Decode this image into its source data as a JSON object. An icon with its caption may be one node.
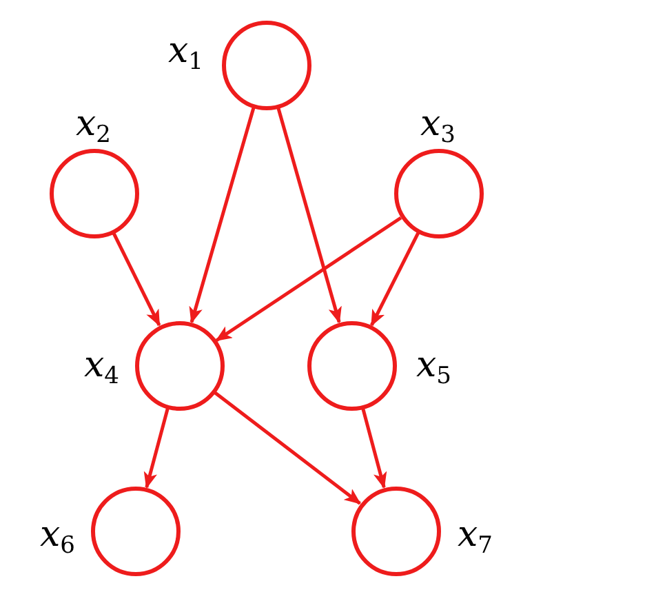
{
  "diagram": {
    "nodes": [
      {
        "text": [],
        "shape": "circle",
        "beside": [
          "*x*$_{1}$"
        ]
      },
      {
        "text": [],
        "shape": "circle",
        "beside": [
          "*x*$_{2}$"
        ]
      },
      {
        "text": [],
        "shape": "circle",
        "beside": [
          "*x*$_{3}$"
        ]
      },
      {
        "text": [],
        "shape": "circle",
        "beside": [
          "*x*$_{4}$"
        ]
      },
      {
        "text": [],
        "shape": "circle",
        "beside": [
          "*x*$_{5}$"
        ]
      },
      {
        "text": [],
        "shape": "circle",
        "beside": [
          "*x*$_{6}$"
        ]
      },
      {
        "text": [],
        "shape": "circle",
        "beside": [
          "*x*$_{7}$"
        ]
      }
    ],
    "edges": [
      {
        "from": 0,
        "to": 3,
        "arrow": "to"
      },
      {
        "from": 0,
        "to": 4,
        "arrow": "to"
      },
      {
        "from": 1,
        "to": 3,
        "arrow": "to"
      },
      {
        "from": 2,
        "to": 3,
        "arrow": "to"
      },
      {
        "from": 2,
        "to": 4,
        "arrow": "to"
      },
      {
        "from": 3,
        "to": 5,
        "arrow": "to"
      },
      {
        "from": 3,
        "to": 6,
        "arrow": "to"
      },
      {
        "from": 4,
        "to": 6,
        "arrow": "to"
      }
    ]
  }
}
